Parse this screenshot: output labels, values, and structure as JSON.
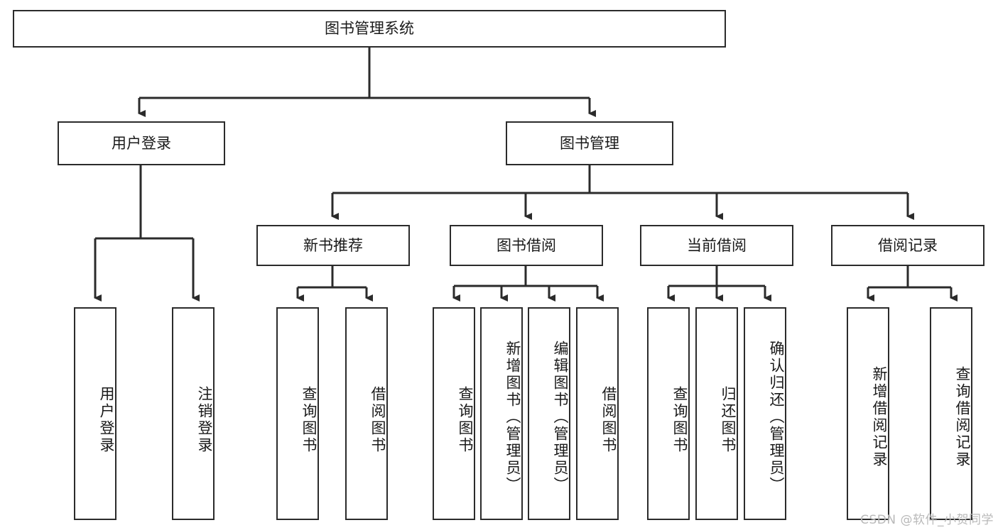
{
  "diagram": {
    "type": "tree",
    "title": "图书管理系统",
    "root": {
      "label": "图书管理系统"
    },
    "level2": [
      {
        "label": "用户登录"
      },
      {
        "label": "图书管理"
      }
    ],
    "level3": [
      {
        "label": "新书推荐"
      },
      {
        "label": "图书借阅"
      },
      {
        "label": "当前借阅"
      },
      {
        "label": "借阅记录"
      }
    ],
    "leaves": {
      "user_login": [
        {
          "label": "用户登录"
        },
        {
          "label": "注销登录"
        }
      ],
      "new_book_recommend": [
        {
          "label": "查询图书"
        },
        {
          "label": "借阅图书"
        }
      ],
      "book_borrow": [
        {
          "label": "查询图书"
        },
        {
          "label": "新增图书（管理员）"
        },
        {
          "label": "编辑图书（管理员）"
        },
        {
          "label": "借阅图书"
        }
      ],
      "current_borrow": [
        {
          "label": "查询图书"
        },
        {
          "label": "归还图书"
        },
        {
          "label": "确认归还（管理员）"
        }
      ],
      "borrow_records": [
        {
          "label": "新增借阅记录"
        },
        {
          "label": "查询借阅记录"
        }
      ]
    }
  },
  "watermark": {
    "text": "CSDN @软件_小贺同学"
  },
  "colors": {
    "stroke": "#2b2b2b",
    "fill": "#ffffff",
    "text": "#1a1a1a",
    "watermark": "#b9b9b9"
  }
}
